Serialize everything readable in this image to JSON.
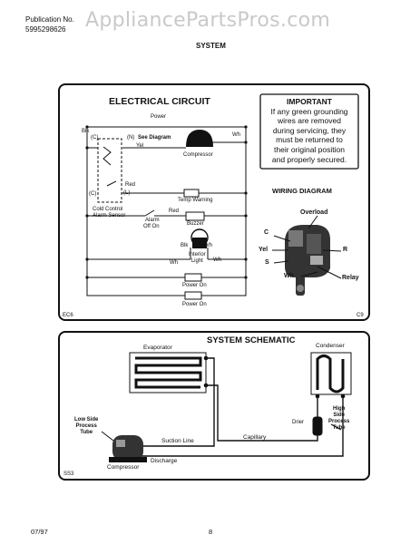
{
  "header": {
    "pub_label": "Publication No.",
    "pub_number": "5995298626",
    "watermark": "AppliancePartsPros.com",
    "section": "SYSTEM"
  },
  "electrical": {
    "title": "ELECTRICAL CIRCUIT",
    "power": "Power",
    "blk": "Blk",
    "c": "(C)",
    "n": "(N)",
    "see_diagram": "See Diagram",
    "wh": "Wh",
    "yel": "Yel",
    "compressor": "Compressor",
    "red": "Red",
    "temp_warning": "Temp Warning",
    "c2": "(C)",
    "l": "(L)",
    "cold_control": "Cold Control",
    "alarm_sensor": "Alarm Sensor",
    "alarm": "Alarm",
    "off_on": "Off On",
    "red2": "Red",
    "buzzer": "Buzzer",
    "interior_light": "Interior\nLight",
    "blk2": "Blk",
    "wh2": "Wh",
    "wh3": "Wh",
    "wh4": "Wh",
    "power_on": "Power On",
    "power_on2": "Power On",
    "code_left": "EC6",
    "code_right": "C9"
  },
  "important": {
    "title": "IMPORTANT",
    "lines": [
      "If any green grounding",
      "wires are removed",
      "during servicing, they",
      "must be returned to",
      "their original position",
      "and properly secured."
    ]
  },
  "wiring": {
    "title": "WIRING DIAGRAM",
    "overload": "Overload",
    "c": "C",
    "yel": "Yel",
    "r": "R",
    "s": "S",
    "wh": "Wh",
    "relay": "Relay"
  },
  "schematic": {
    "title": "SYSTEM SCHEMATIC",
    "evaporator": "Evaporator",
    "condenser": "Condenser",
    "low_side": "Low Side\nProcess\nTube",
    "high_side": "High\nSide\nProcess\nTube",
    "drier": "Drier",
    "suction_line": "Suction Line",
    "capillary": "Capillary",
    "discharge": "Discharge",
    "compressor": "Compressor",
    "code": "SS3"
  },
  "footer": {
    "date": "07/97",
    "page": "8"
  }
}
